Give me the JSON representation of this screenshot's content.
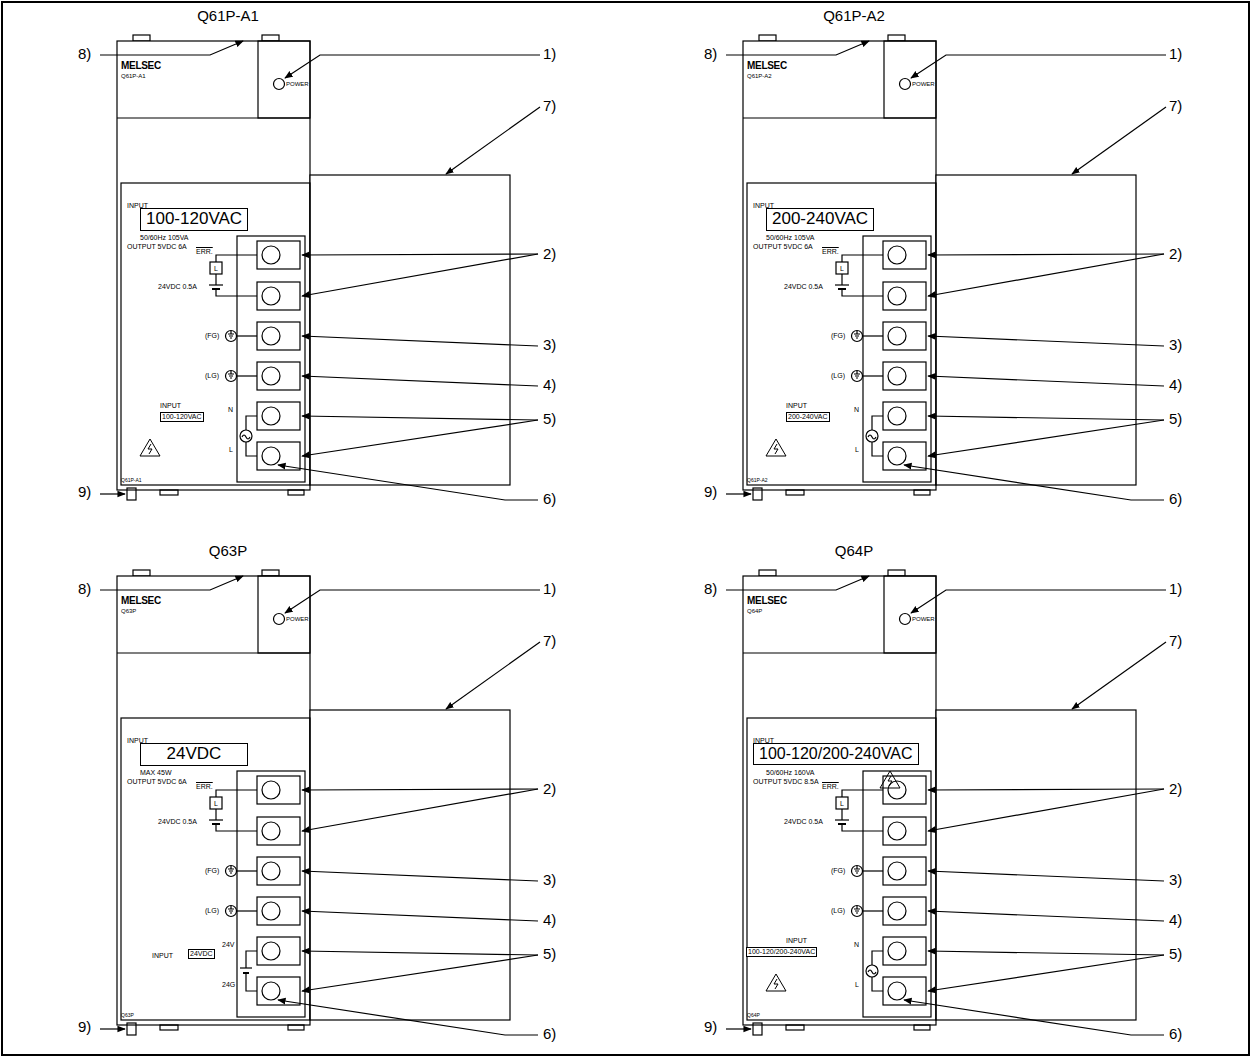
{
  "diagram": {
    "nodes": [
      {
        "text": [
          "Q61P-A1",
          "MELSEC",
          "Q61P-A1",
          "POWER",
          "INPUT",
          "50/60Hz 105VA",
          "OUTPUT 5VDC 6A",
          "ERR.",
          "L",
          "24VDC 0.5A",
          "(FG)",
          "(LG)",
          "INPUT",
          "N",
          "L",
          "Q61P-A1"
        ]
      },
      {
        "text": [
          "100-120VAC"
        ],
        "in": 0
      },
      {
        "text": [
          "100-120VAC"
        ],
        "in": 0
      },
      {
        "text": [
          "Q61P-A2",
          "MELSEC",
          "Q61P-A2",
          "POWER",
          "INPUT",
          "50/60Hz 105VA",
          "OUTPUT 5VDC 6A",
          "ERR.",
          "L",
          "24VDC 0.5A",
          "(FG)",
          "(LG)",
          "INPUT",
          "N",
          "L",
          "Q61P-A2"
        ]
      },
      {
        "text": [
          "200-240VAC"
        ],
        "in": 3
      },
      {
        "text": [
          "200-240VAC"
        ],
        "in": 3
      },
      {
        "text": [
          "Q63P",
          "MELSEC",
          "Q63P",
          "POWER",
          "INPUT",
          "MAX 45W",
          "OUTPUT 5VDC 6A",
          "ERR.",
          "L",
          "24VDC 0.5A",
          "(FG)",
          "(LG)",
          "INPUT",
          "24V",
          "24G",
          "Q63P"
        ]
      },
      {
        "text": [
          "24VDC"
        ],
        "in": 6
      },
      {
        "text": [
          "24VDC"
        ],
        "in": 6
      },
      {
        "text": [
          "Q64P",
          "MELSEC",
          "Q64P",
          "POWER",
          "INPUT",
          "50/60Hz 160VA",
          "OUTPUT 5VDC 8.5A",
          "ERR.",
          "L",
          "24VDC 0.5A",
          "(FG)",
          "(LG)",
          "INPUT",
          "N",
          "L",
          "Q64P"
        ]
      },
      {
        "text": [
          "100-120/200-240VAC"
        ],
        "in": 9
      },
      {
        "text": [
          "100-120/200-240VAC"
        ],
        "in": 9
      }
    ],
    "labels": [
      "8)",
      "1)",
      "7)",
      "2)",
      "3)",
      "4)",
      "5)",
      "9)",
      "6)",
      "8)",
      "1)",
      "7)",
      "2)",
      "3)",
      "4)",
      "5)",
      "9)",
      "6)",
      "8)",
      "1)",
      "7)",
      "2)",
      "3)",
      "4)",
      "5)",
      "9)",
      "6)",
      "8)",
      "1)",
      "7)",
      "2)",
      "3)",
      "4)",
      "5)",
      "9)",
      "6)"
    ]
  }
}
